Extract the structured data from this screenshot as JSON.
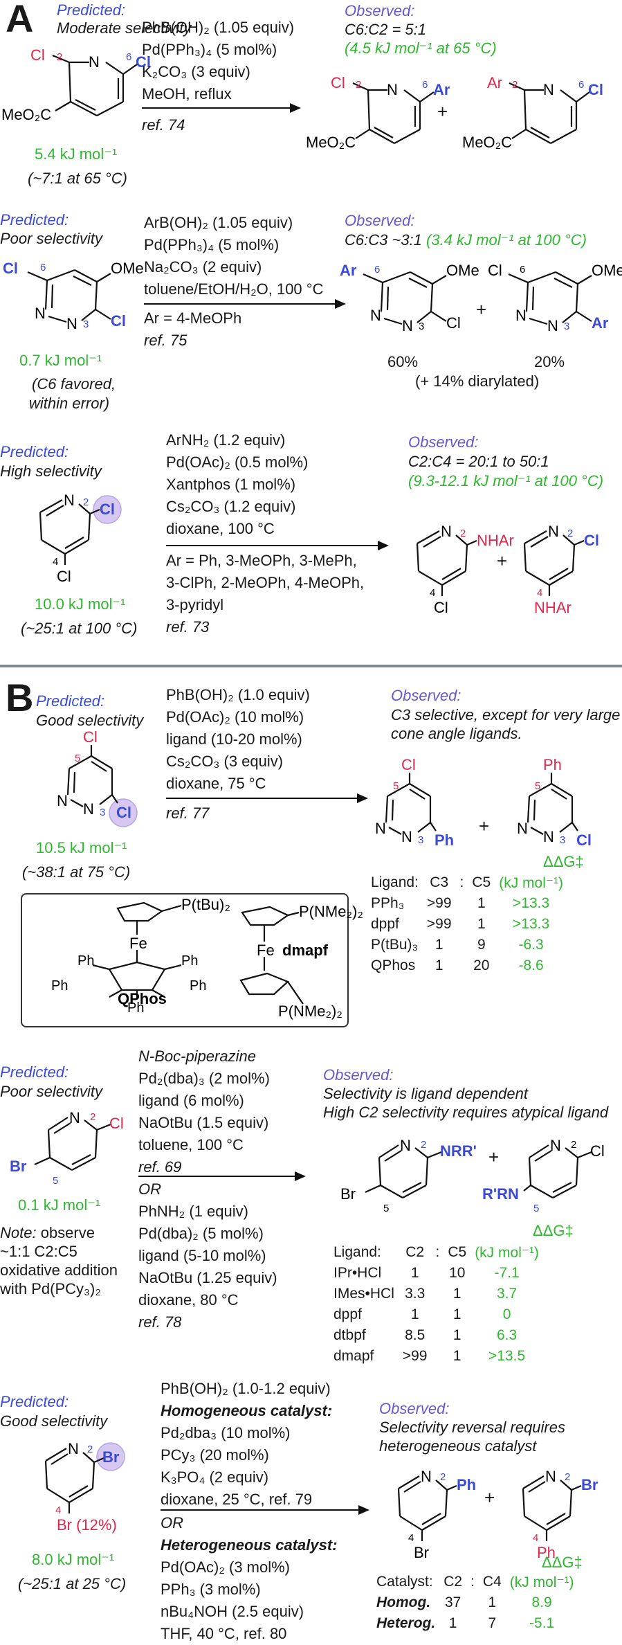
{
  "panels": {
    "A": {
      "label": "A"
    },
    "B": {
      "label": "B"
    }
  },
  "atoms": {
    "Cl": "Cl",
    "N": "N",
    "Br": "Br",
    "Ar": "Ar",
    "Ph": "Ph",
    "OMe": "OMe",
    "MeO2C": "MeO₂C",
    "NHAr": "NHAr",
    "NRR": "NRR'",
    "RN": "R'RN",
    "Fe": "Fe",
    "PtBu2": "P(tBu)₂",
    "PNMe2": "P(NMe₂)₂",
    "n2": "2",
    "n3": "3",
    "n4": "4",
    "n5": "5",
    "n6": "6",
    "br12": "Br (12%)"
  },
  "r1": {
    "pred_title": "Predicted:",
    "pred_desc": "Moderate selectivity",
    "energy": "5.4 kJ mol⁻¹",
    "ratio": "(~7:1 at 65 °C)",
    "conditions": [
      "PhB(OH)₂ (1.05 equiv)",
      "Pd(PPh₃)₄ (5 mol%)",
      "K₂CO₃ (3 equiv)",
      "MeOH, reflux",
      "ref. 74"
    ],
    "obs_title": "Observed:",
    "obs_ratio": "C6:C2 = 5:1",
    "obs_energy": "(4.5 kJ mol⁻¹ at 65 °C)",
    "plus": "+"
  },
  "r2": {
    "pred_title": "Predicted:",
    "pred_desc": "Poor selectivity",
    "energy": "0.7 kJ mol⁻¹",
    "note1": "(C6 favored,",
    "note2": "within error)",
    "conditions": [
      "ArB(OH)₂ (1.05 equiv)",
      "Pd(PPh₃)₄ (5 mol%)",
      "Na₂CO₃ (2 equiv)",
      "toluene/EtOH/H₂O, 100 °C",
      "Ar = 4-MeOPh",
      "ref. 75"
    ],
    "obs_title": "Observed:",
    "obs_ratio": "C6:C3 ~3:1",
    "obs_energy": "(3.4 kJ mol⁻¹ at 100 °C)",
    "yield1": "60%",
    "yield2": "20%",
    "diaryl": "(+ 14% diarylated)",
    "plus": "+"
  },
  "r3": {
    "pred_title": "Predicted:",
    "pred_desc": "High selectivity",
    "energy": "10.0 kJ mol⁻¹",
    "ratio": "(~25:1 at 100 °C)",
    "conditions": [
      "ArNH₂ (1.2 equiv)",
      "Pd(OAc)₂ (0.5 mol%)",
      "Xantphos (1 mol%)",
      "Cs₂CO₃ (1.2 equiv)",
      "dioxane, 100 °C",
      "Ar = Ph, 3-MeOPh, 3-MePh,",
      "3-ClPh, 2-MeOPh, 4-MeOPh,",
      "3-pyridyl",
      "ref. 73"
    ],
    "obs_title": "Observed:",
    "obs_ratio": "C2:C4 = 20:1 to 50:1",
    "obs_energy": "(9.3-12.1 kJ mol⁻¹ at 100 °C)",
    "plus": "+"
  },
  "r4": {
    "pred_title": "Predicted:",
    "pred_desc": "Good selectivity",
    "energy": "10.5 kJ mol⁻¹",
    "ratio": "(~38:1 at 75 °C)",
    "conditions": [
      "PhB(OH)₂ (1.0 equiv)",
      "Pd(OAc)₂ (10 mol%)",
      "ligand (10-20 mol%)",
      "Cs₂CO₃ (3 equiv)",
      "dioxane, 75 °C",
      "ref. 77"
    ],
    "obs_title": "Observed:",
    "obs_line1": "C3 selective, except for very large",
    "obs_line2": "cone angle ligands.",
    "plus": "+",
    "ddg": "ΔΔG‡",
    "table": {
      "headers": [
        "Ligand:",
        "C3",
        ":",
        "C5",
        "(kJ mol⁻¹)"
      ],
      "rows": [
        [
          "PPh₃",
          ">99",
          "",
          "1",
          ">13.3"
        ],
        [
          "dppf",
          ">99",
          "",
          "1",
          ">13.3"
        ],
        [
          "P(tBu)₃",
          "1",
          "",
          "9",
          "-6.3"
        ],
        [
          "QPhos",
          "1",
          "",
          "20",
          "-8.6"
        ]
      ]
    },
    "box": {
      "qphos": "QPhos",
      "dmapf": "dmapf"
    }
  },
  "r5": {
    "pred_title": "Predicted:",
    "pred_desc": "Poor selectivity",
    "energy": "0.1 kJ mol⁻¹",
    "note_label": "Note:",
    "note_rest": " observe",
    "note2": "~1:1 C2:C5",
    "note3": "oxidative addition",
    "note4": "with Pd(PCy₃)₂",
    "conditions_a": [
      "N-Boc-piperazine",
      "Pd₂(dba)₃ (2 mol%)",
      "ligand (6 mol%)",
      "NaOtBu (1.5 equiv)",
      "toluene, 100 °C",
      "ref. 69"
    ],
    "or": "OR",
    "conditions_b": [
      "PhNH₂ (1 equiv)",
      "Pd(dba)₂ (5 mol%)",
      "ligand (5-10 mol%)",
      "NaOtBu (1.25 equiv)",
      "dioxane, 80 °C",
      "ref. 78"
    ],
    "obs_title": "Observed:",
    "obs_line1": "Selectivity is ligand dependent",
    "obs_line2": "High C2 selectivity requires atypical ligand",
    "plus": "+",
    "ddg": "ΔΔG‡",
    "table": {
      "headers": [
        "Ligand:",
        "C2",
        ":",
        "C5",
        "(kJ mol⁻¹)"
      ],
      "rows": [
        [
          "IPr•HCl",
          "1",
          "",
          "10",
          "-7.1"
        ],
        [
          "IMes•HCl",
          "3.3",
          "",
          "1",
          "3.7"
        ],
        [
          "dppf",
          "1",
          "",
          "1",
          "0"
        ],
        [
          "dtbpf",
          "8.5",
          "",
          "1",
          "6.3"
        ],
        [
          "dmapf",
          ">99",
          "",
          "1",
          ">13.5"
        ]
      ]
    }
  },
  "r6": {
    "pred_title": "Predicted:",
    "pred_desc": "Good selectivity",
    "energy": "8.0 kJ mol⁻¹",
    "ratio": "(~25:1 at 25 °C)",
    "cond_top": "PhB(OH)₂ (1.0-1.2 equiv)",
    "homog_label": "Homogeneous catalyst:",
    "homog": [
      "Pd₂dba₃ (10 mol%)",
      "PCy₃ (20 mol%)",
      "K₃PO₄ (2 equiv)",
      "dioxane, 25 °C, ref. 79"
    ],
    "or": "OR",
    "heterog_label": "Heterogeneous catalyst:",
    "heterog": [
      "Pd(OAc)₂ (3 mol%)",
      "PPh₃ (3 mol%)",
      "nBu₄NOH (2.5 equiv)",
      "THF, 40 °C, ref. 80"
    ],
    "obs_title": "Observed:",
    "obs_line1": "Selectivity reversal requires",
    "obs_line2": "heterogeneous catalyst",
    "plus": "+",
    "ddg": "ΔΔG‡",
    "table": {
      "headers": [
        "Catalyst:",
        "C2",
        ":",
        "C4",
        "(kJ mol⁻¹)"
      ],
      "rows": [
        [
          "Homog.",
          "37",
          "",
          "1",
          "8.9"
        ],
        [
          "Heterog.",
          "1",
          "",
          "7",
          "-5.1"
        ]
      ]
    }
  }
}
